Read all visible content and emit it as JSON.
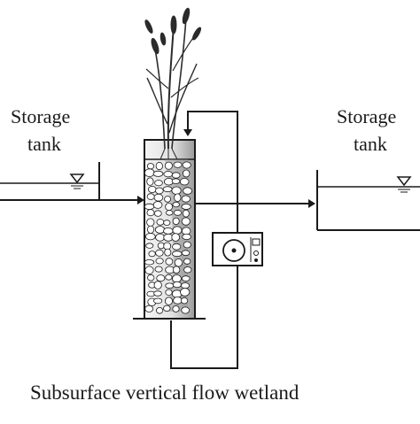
{
  "labels": {
    "left_tank": {
      "line1": "Storage",
      "line2": "tank"
    },
    "right_tank": {
      "line1": "Storage",
      "line2": "tank"
    },
    "caption": "Subsurface vertical flow wetland"
  },
  "colors": {
    "line": "#1a1a1a",
    "fill": "#ffffff",
    "gravel": "#d9d9d9",
    "plant": "#2b2b2b"
  },
  "icons": {
    "water_level": "inverted-triangle",
    "pump": "circulation-pump",
    "plant": "reed-plant"
  }
}
